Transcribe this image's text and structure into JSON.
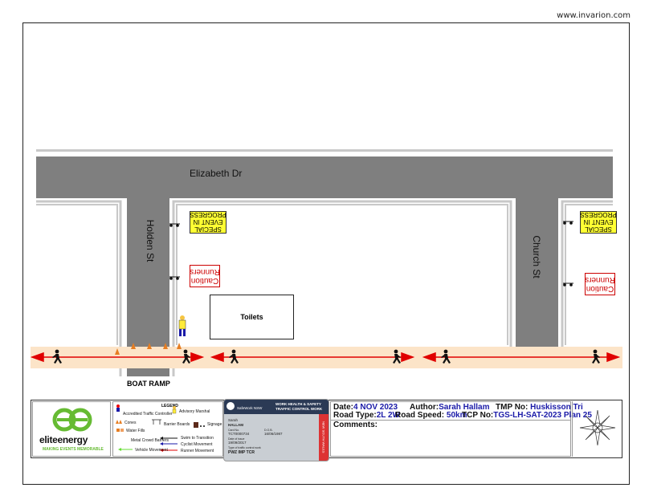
{
  "site_url": "www.invarion.com",
  "streets": {
    "main": "Elizabeth Dr",
    "left": "Holden St",
    "right": "Church St"
  },
  "signs": {
    "special_event": [
      "SPECIAL",
      "EVENT IN",
      "PROGRESS"
    ],
    "caution": [
      "Caution",
      "Runners"
    ]
  },
  "toilets_label": "Toilets",
  "boat_ramp_label": "BOAT RAMP",
  "logo": {
    "name": "eliteenergy",
    "tagline": "MAKING EVENTS MEMORABLE"
  },
  "legend": {
    "title": "LEGEND",
    "items": {
      "controller": "Accredited Traffic Controller",
      "marshal": "Advisory Marshal",
      "cones": "Cones",
      "barrier_boards": "Barrier Boards",
      "signage": "Signage",
      "water_fills": "Water Fills",
      "crowd_barriers": "Metal Crowd Barriers",
      "swim": "Swim to Transition",
      "cyclist": "Cyclist Movement",
      "vehicle": "Vehicle Movement",
      "runner": "Runner Movement"
    }
  },
  "card": {
    "org": "SafeWork NSW",
    "title1": "WORK HEALTH & SAFETY",
    "title2": "TRAFFIC CONTROL WORK",
    "name1": "Sarah",
    "name2": "HALLAM",
    "card_no_label": "Card No.",
    "card_no": "TCT0000734",
    "dob_label": "D.O.B.",
    "dob": "16/06/1987",
    "issue_label": "Date of issue",
    "issue": "19/09/2017",
    "type_label": "Type of traffic control work",
    "type": "PWZ  IMP  TCR",
    "side": "NEW SOUTH WALES"
  },
  "meta": {
    "date_label": "Date:",
    "date": "4 NOV 2023",
    "author_label": "Author:",
    "author": "Sarah Hallam",
    "tmp_label": "TMP No:",
    "tmp": "Huskisson Tri",
    "road_type_label": "Road Type:",
    "road_type": "2L 2W",
    "speed_label": "Road Speed:",
    "speed": "50km",
    "tcp_label": "TCP No:",
    "tcp": "TGS-LH-SAT-2023 Plan 25",
    "comments_label": "Comments:"
  },
  "colors": {
    "road": "#7f7f7f",
    "kerb": "#c8c8c8",
    "path": "#fce4c8",
    "runner_arrow": "#e00000",
    "sign_yellow": "#ffff33",
    "brand_green": "#66bb33"
  }
}
